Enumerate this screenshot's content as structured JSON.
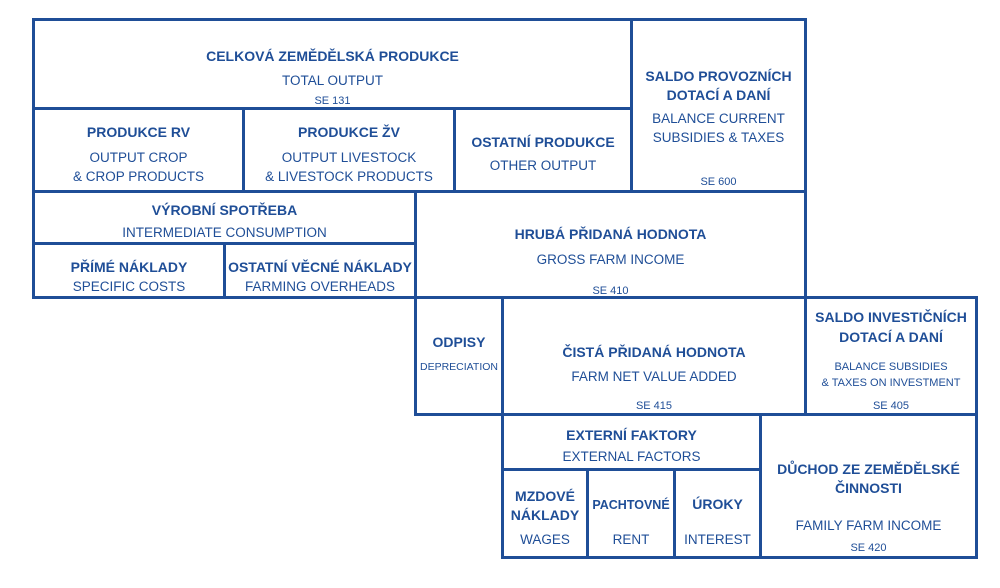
{
  "total_output": {
    "title": "CELKOVÁ ZEMĚDĚLSKÁ PRODUKCE",
    "subtitle": "TOTAL OUTPUT",
    "code": "SE 131"
  },
  "output_crop": {
    "title": "PRODUKCE RV",
    "line1": "OUTPUT CROP",
    "line2": "& CROP PRODUCTS"
  },
  "output_livestock": {
    "title": "PRODUKCE ŽV",
    "line1": "OUTPUT LIVESTOCK",
    "line2": "& LIVESTOCK PRODUCTS"
  },
  "other_output": {
    "title": "OSTATNÍ PRODUKCE",
    "subtitle": "OTHER OUTPUT"
  },
  "balance_current": {
    "title1": "SALDO PROVOZNÍCH",
    "title2": "DOTACÍ A DANÍ",
    "line1": "BALANCE CURRENT",
    "line2": "SUBSIDIES & TAXES",
    "code": "SE 600"
  },
  "intermediate": {
    "title": "VÝROBNÍ SPOTŘEBA",
    "subtitle": "INTERMEDIATE CONSUMPTION"
  },
  "specific_costs": {
    "title": "PŘÍMÉ NÁKLADY",
    "subtitle": "SPECIFIC COSTS"
  },
  "overheads": {
    "title": "OSTATNÍ VĚCNÉ NÁKLADY",
    "subtitle": "FARMING OVERHEADS"
  },
  "gross_income": {
    "title": "HRUBÁ PŘIDANÁ HODNOTA",
    "subtitle": "GROSS FARM INCOME",
    "code": "SE 410"
  },
  "depreciation": {
    "title": "ODPISY",
    "subtitle": "DEPRECIATION"
  },
  "net_value": {
    "title": "ČISTÁ PŘIDANÁ HODNOTA",
    "subtitle": "FARM NET VALUE ADDED",
    "code": "SE 415"
  },
  "balance_investment": {
    "title1": "SALDO INVESTIČNÍCH",
    "title2": "DOTACÍ A DANÍ",
    "line1": "BALANCE SUBSIDIES",
    "line2": "& TAXES ON INVESTMENT",
    "code": "SE 405"
  },
  "external_factors": {
    "title": "EXTERNÍ FAKTORY",
    "subtitle": "EXTERNAL FACTORS"
  },
  "wages": {
    "title1": "MZDOVÉ",
    "title2": "NÁKLADY",
    "subtitle": "WAGES"
  },
  "rent": {
    "title": "PACHTOVNÉ",
    "subtitle": "RENT"
  },
  "interest": {
    "title": "ÚROKY",
    "subtitle": "INTEREST"
  },
  "family_income": {
    "title1": "DŮCHOD ZE ZEMĚDĚLSKÉ",
    "title2": "ČINNOSTI",
    "subtitle": "FAMILY FARM INCOME",
    "code": "SE 420"
  }
}
